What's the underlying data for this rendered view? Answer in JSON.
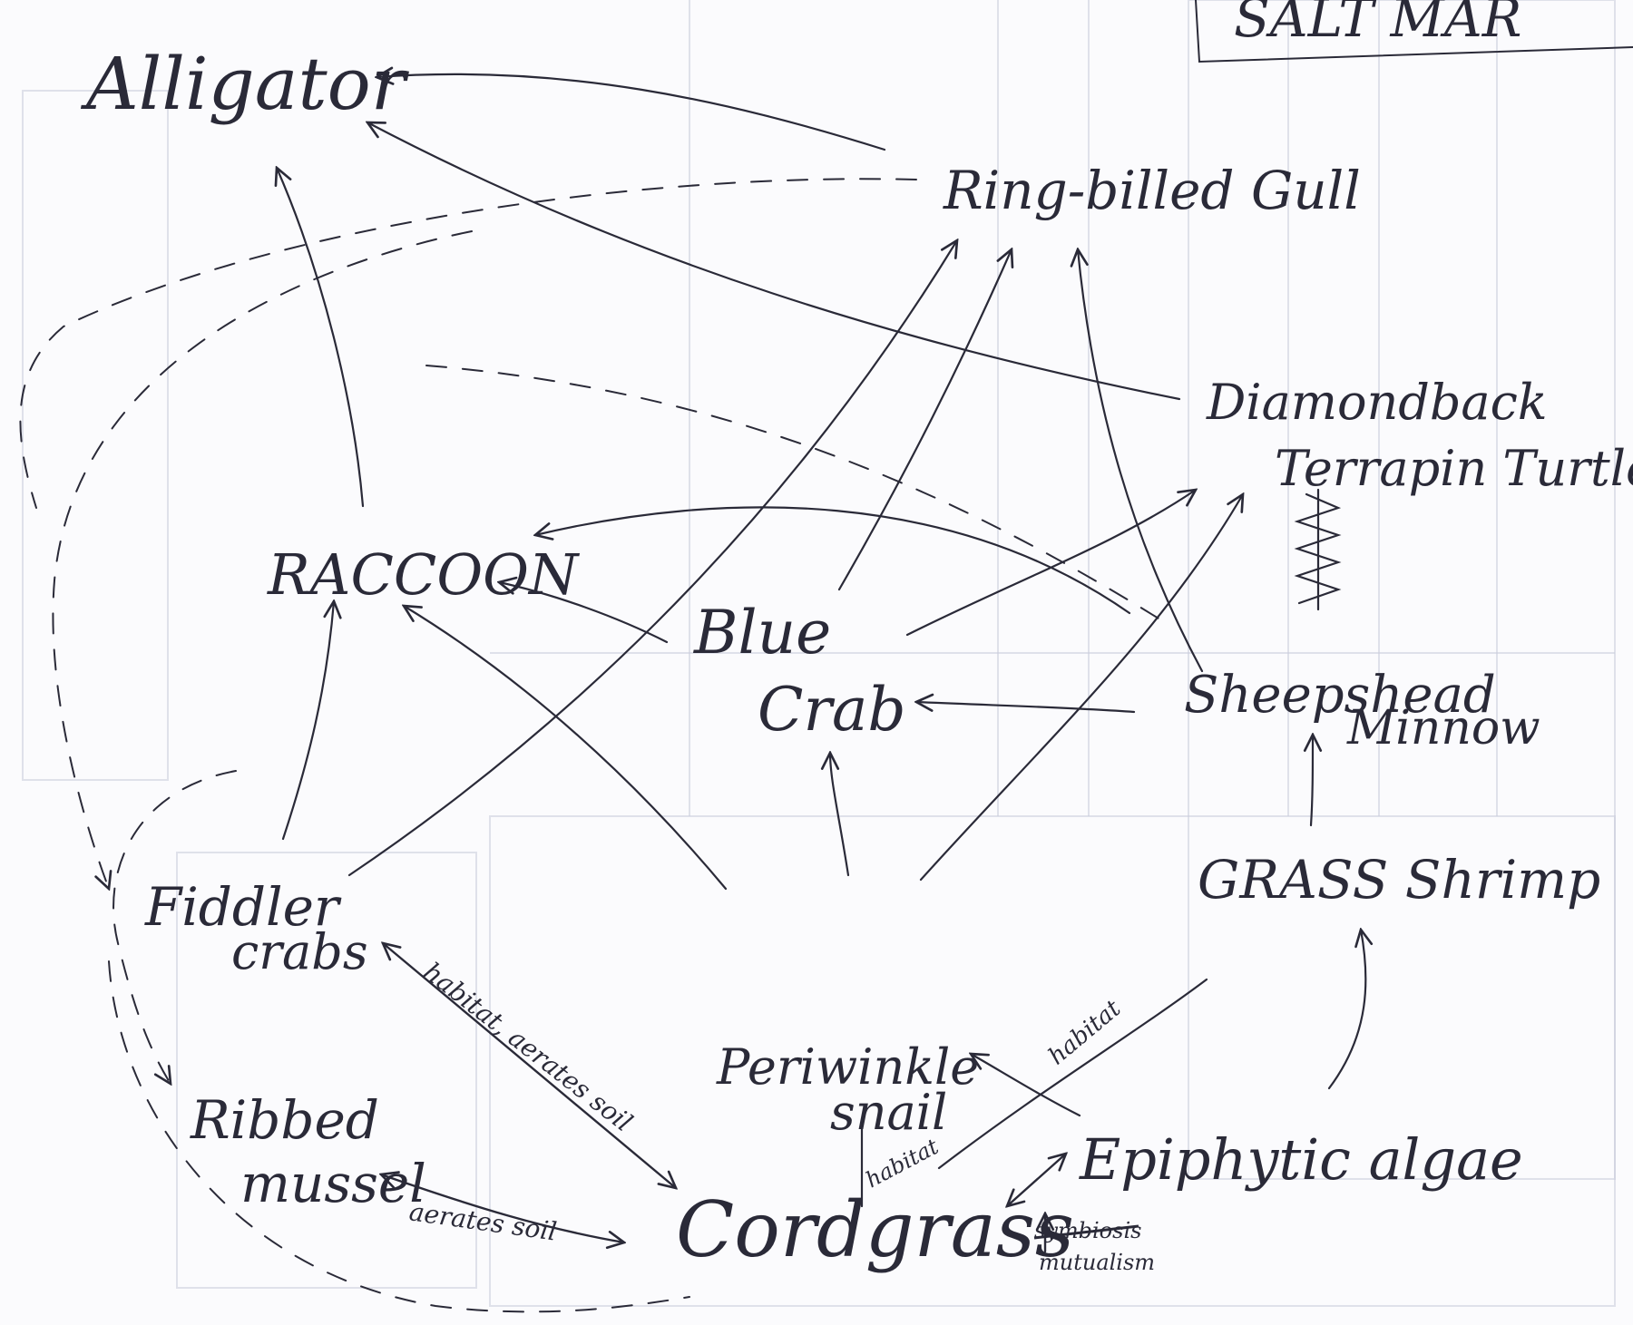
{
  "diagram": {
    "corner_label": "SALT MAR",
    "nodes": {
      "alligator": "Alligator",
      "ring_billed_gull": "Ring-billed Gull",
      "diamondback_line1": "Diamondback",
      "diamondback_line2": "Terrapin Turtle",
      "raccoon": "RACCOON",
      "blue_crab_line1": "Blue",
      "blue_crab_line2": "Crab",
      "sheepshead_line1": "Sheepshead",
      "sheepshead_line2": "Minnow",
      "grass_shrimp": "GRASS Shrimp",
      "fiddler_line1": "Fiddler",
      "fiddler_line2": "crabs",
      "ribbed_line1": "Ribbed",
      "ribbed_line2": "mussel",
      "periwinkle_line1": "Periwinkle",
      "periwinkle_line2": "snail",
      "epiphytic_algae": "Epiphytic algae",
      "cordgrass": "Cordgrass"
    },
    "edge_labels": {
      "fiddler_cordgrass": "habitat, aerates soil",
      "mussel_cordgrass": "aerates soil",
      "snail_cordgrass": "habitat",
      "shrimp_cordgrass": "habitat",
      "cordgrass_algae_struck": "symbiosis",
      "cordgrass_algae": "mutualism"
    }
  }
}
